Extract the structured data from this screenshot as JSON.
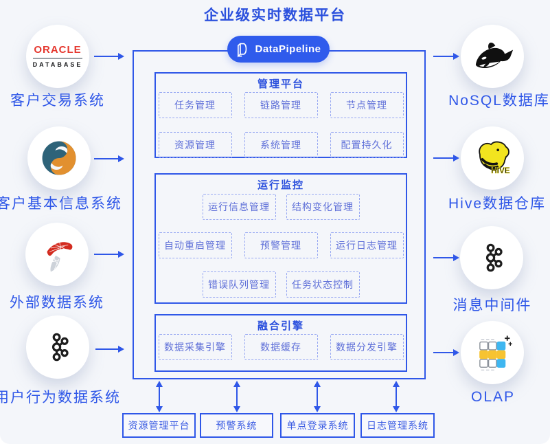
{
  "title": "企业级实时数据平台",
  "badge": {
    "label": "DataPipeline"
  },
  "left_sources": [
    {
      "label": "客户交易系统",
      "icon": "oracle-database-logo"
    },
    {
      "label": "客户基本信息系统",
      "icon": "mysql-dolphins-logo"
    },
    {
      "label": "外部数据系统",
      "icon": "sql-server-logo"
    },
    {
      "label": "用户行为数据系统",
      "icon": "kafka-logo"
    }
  ],
  "right_targets": [
    {
      "label": "NoSQL数据库",
      "icon": "orca-whale-logo"
    },
    {
      "label": "Hive数据仓库",
      "icon": "hive-logo"
    },
    {
      "label": "消息中间件",
      "icon": "kafka-logo"
    },
    {
      "label": "OLAP",
      "icon": "olap-cube-logo"
    }
  ],
  "platform": {
    "management": {
      "title": "管理平台",
      "items": [
        "任务管理",
        "链路管理",
        "节点管理",
        "资源管理",
        "系统管理",
        "配置持久化"
      ]
    },
    "monitoring": {
      "title": "运行监控",
      "items": [
        "运行信息管理",
        "结构变化管理",
        "自动重启管理",
        "预警管理",
        "运行日志管理",
        "错误队列管理",
        "任务状态控制"
      ]
    },
    "engine": {
      "title": "融合引擎",
      "items": [
        "数据采集引擎",
        "数据缓存",
        "数据分发引擎"
      ]
    }
  },
  "bottom_systems": [
    "资源管理平台",
    "预警系统",
    "单点登录系统",
    "日志管理系统"
  ],
  "logos": {
    "oracle": {
      "line1": "ORACLE",
      "line2": "DATABASE"
    },
    "hive": {
      "text": "HIVE"
    }
  },
  "colors": {
    "primary_blue": "#2f57e8",
    "badge_blue": "#2f5bec",
    "title_blue": "#2b50dd",
    "dashed_border_blue": "#96a7f2",
    "module_text_blue": "#5e6fd8",
    "background": "#f4f6fa",
    "oracle_red": "#e5372e",
    "sqlserver_red": "#d32b1f",
    "hive_yellow": "#f2e41f",
    "olap_yellow": "#f7c331",
    "olap_blue": "#3fb6f0",
    "kafka_black": "#1d1d1d"
  }
}
